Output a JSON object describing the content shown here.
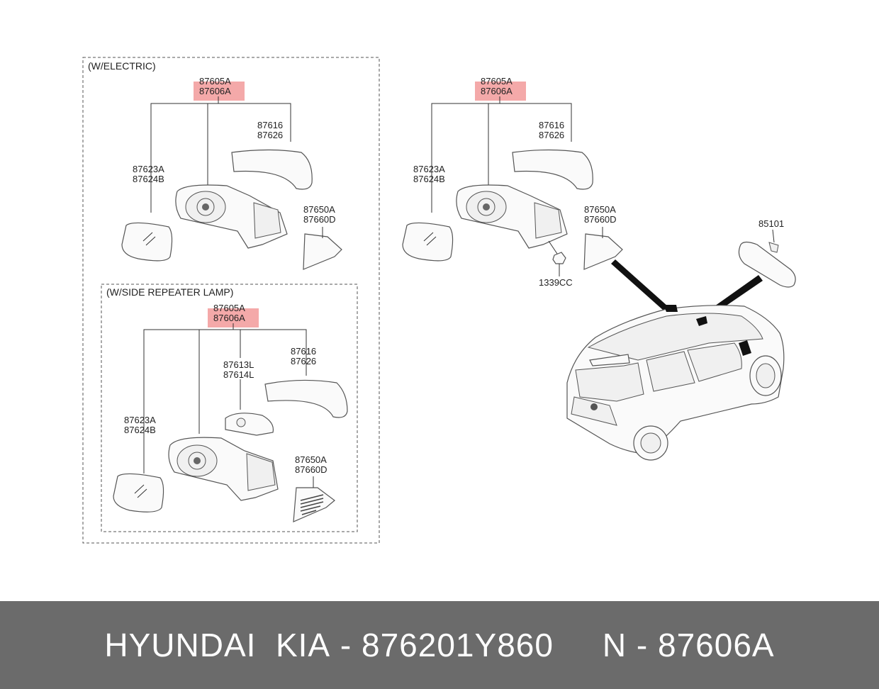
{
  "groups": {
    "electric": "(W/ELECTRIC)",
    "repeater": "(W/SIDE REPEATER LAMP)"
  },
  "parts": {
    "assy_a": "87605A",
    "assy_b": "87606A",
    "cover_a": "87616",
    "cover_b": "87626",
    "glass_a": "87623A",
    "glass_b": "87624B",
    "garnish_a": "87650A",
    "garnish_b": "87660D",
    "lamp_a": "87613L",
    "lamp_b": "87614L",
    "nut": "1339CC",
    "inside_mirror": "85101"
  },
  "banner": {
    "brand": "HYUNDAI  KIA",
    "sep1": " - ",
    "part_number": "876201Y860",
    "gap": "     ",
    "n_label": "N",
    "sep2": " - ",
    "n_value": "87606A"
  },
  "colors": {
    "highlight": "#f3a0a0",
    "banner_bg": "#6b6b6b",
    "banner_text": "#ffffff"
  }
}
